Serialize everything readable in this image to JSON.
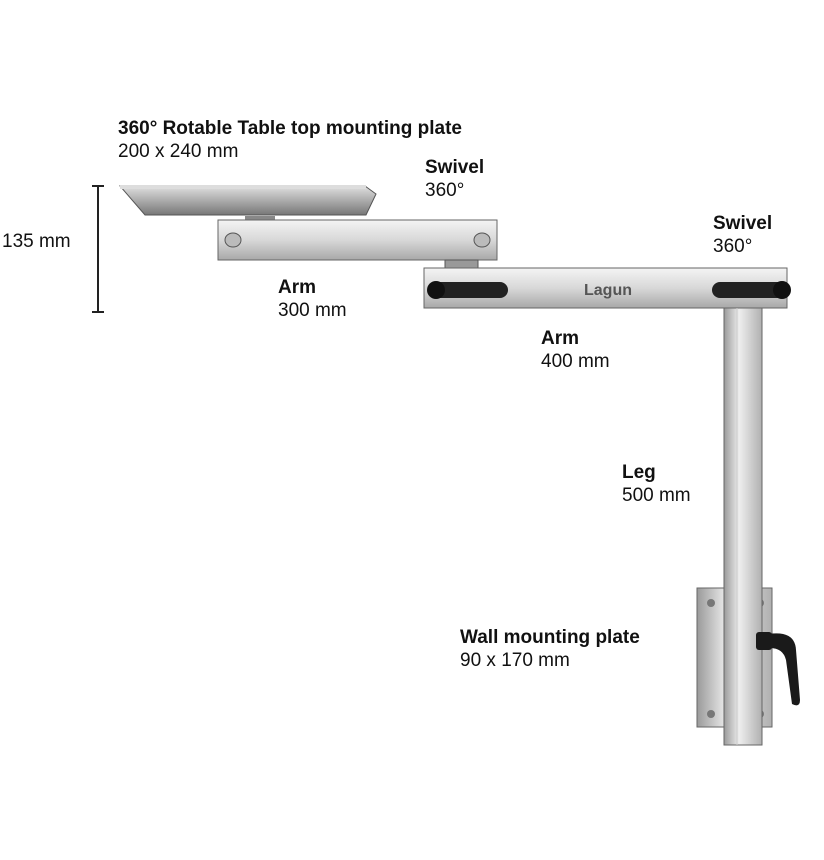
{
  "brand": "Lagun",
  "dimension": {
    "height": "135 mm"
  },
  "labels": {
    "table_plate": {
      "title": "360° Rotable Table top mounting plate",
      "value": "200 x 240 mm"
    },
    "swivel_1": {
      "title": "Swivel",
      "value": "360°"
    },
    "swivel_2": {
      "title": "Swivel",
      "value": "360°"
    },
    "arm_300": {
      "title": "Arm",
      "value": "300 mm"
    },
    "arm_400": {
      "title": "Arm",
      "value": "400 mm"
    },
    "leg": {
      "title": "Leg",
      "value": "500 mm"
    },
    "wall_plate": {
      "title": "Wall mounting plate",
      "value": "90 x 170 mm"
    }
  }
}
